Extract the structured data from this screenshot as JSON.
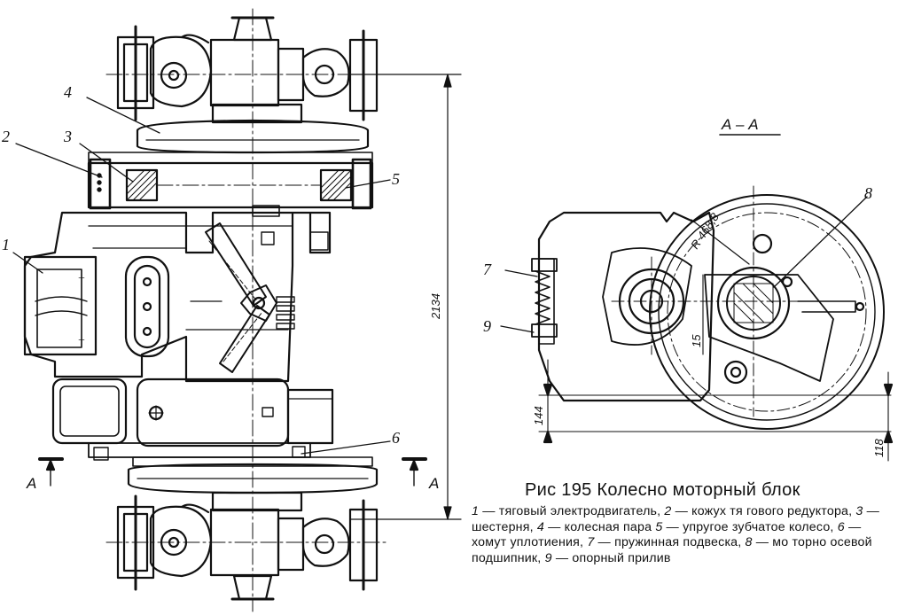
{
  "figure": {
    "caption_title": "Рис 195 Колесно моторный блок",
    "caption_items": [
      {
        "n": "1",
        "text": " — тяговый электродвигатель, "
      },
      {
        "n": "2",
        "text": " — кожух тя гового редуктора, "
      },
      {
        "n": "3",
        "text": " — шестерня, "
      },
      {
        "n": "4",
        "text": " — колесная пара "
      },
      {
        "n": "5",
        "text": " — упругое зубчатое колесо, "
      },
      {
        "n": "6",
        "text": " — хомут уплотиения, "
      },
      {
        "n": "7",
        "text": " — пружинная подвеска, "
      },
      {
        "n": "8",
        "text": " — мо торно осевой подшипник, "
      },
      {
        "n": "9",
        "text": " — опорный прилив"
      }
    ]
  },
  "plan_view": {
    "callouts": {
      "c1": "1",
      "c2": "2",
      "c3": "3",
      "c4": "4",
      "c5": "5",
      "c6": "6"
    },
    "dimension_length": "2134",
    "section_mark": "A"
  },
  "section_view": {
    "title": "А – А",
    "callouts": {
      "c7": "7",
      "c8": "8",
      "c9": "9"
    },
    "radius_label": "R 468,8",
    "dim_15": "15",
    "dim_144": "144",
    "dim_118": "118"
  },
  "colors": {
    "ink": "#111111",
    "paper": "#ffffff"
  }
}
